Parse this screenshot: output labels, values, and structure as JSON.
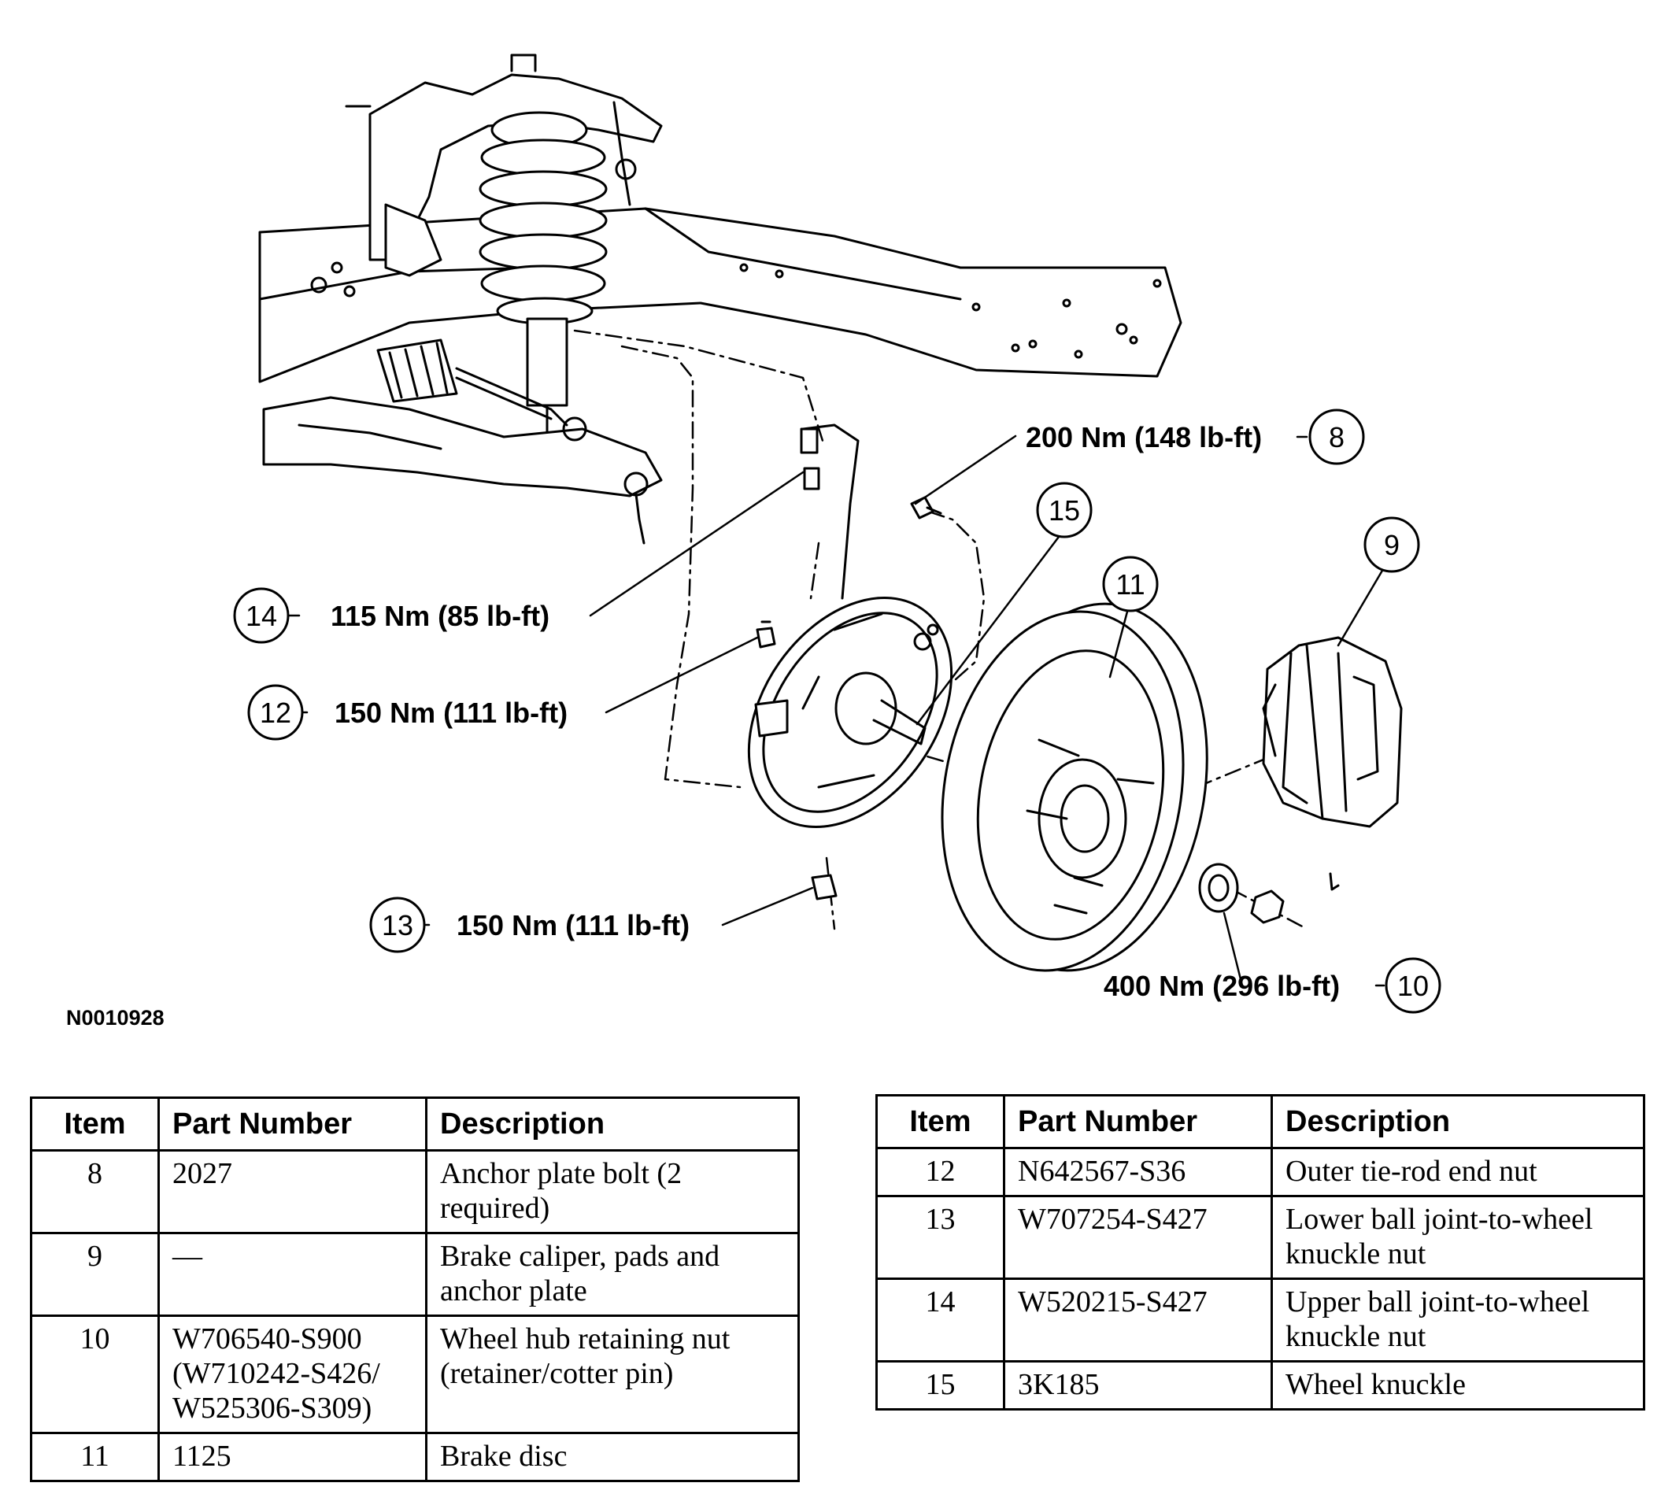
{
  "figure_id": "N0010928",
  "callouts": [
    {
      "item": "8",
      "torque": "200 Nm (148 lb-ft)"
    },
    {
      "item": "14",
      "torque": "115 Nm (85 lb-ft)"
    },
    {
      "item": "12",
      "torque": "150 Nm (111 lb-ft)"
    },
    {
      "item": "13",
      "torque": "150 Nm (111 lb-ft)"
    },
    {
      "item": "10",
      "torque": "400 Nm (296 lb-ft)"
    }
  ],
  "part_labels": [
    "15",
    "11",
    "9"
  ],
  "table_headers": {
    "item": "Item",
    "part_number": "Part Number",
    "description": "Description"
  },
  "table_left": [
    {
      "item": "8",
      "part_number": "2027",
      "description": "Anchor plate bolt (2 required)"
    },
    {
      "item": "9",
      "part_number": "—",
      "description": "Brake caliper, pads and anchor plate"
    },
    {
      "item": "10",
      "part_number": "W706540-S900 (W710242-S426/ W525306-S309)",
      "description": "Wheel hub retaining nut (retainer/cotter pin)"
    },
    {
      "item": "11",
      "part_number": "1125",
      "description": "Brake disc"
    }
  ],
  "table_right": [
    {
      "item": "12",
      "part_number": "N642567-S36",
      "description": "Outer tie-rod end nut"
    },
    {
      "item": "13",
      "part_number": "W707254-S427",
      "description": "Lower ball joint-to-wheel knuckle nut"
    },
    {
      "item": "14",
      "part_number": "W520215-S427",
      "description": "Upper ball joint-to-wheel knuckle nut"
    },
    {
      "item": "15",
      "part_number": "3K185",
      "description": "Wheel knuckle"
    }
  ]
}
